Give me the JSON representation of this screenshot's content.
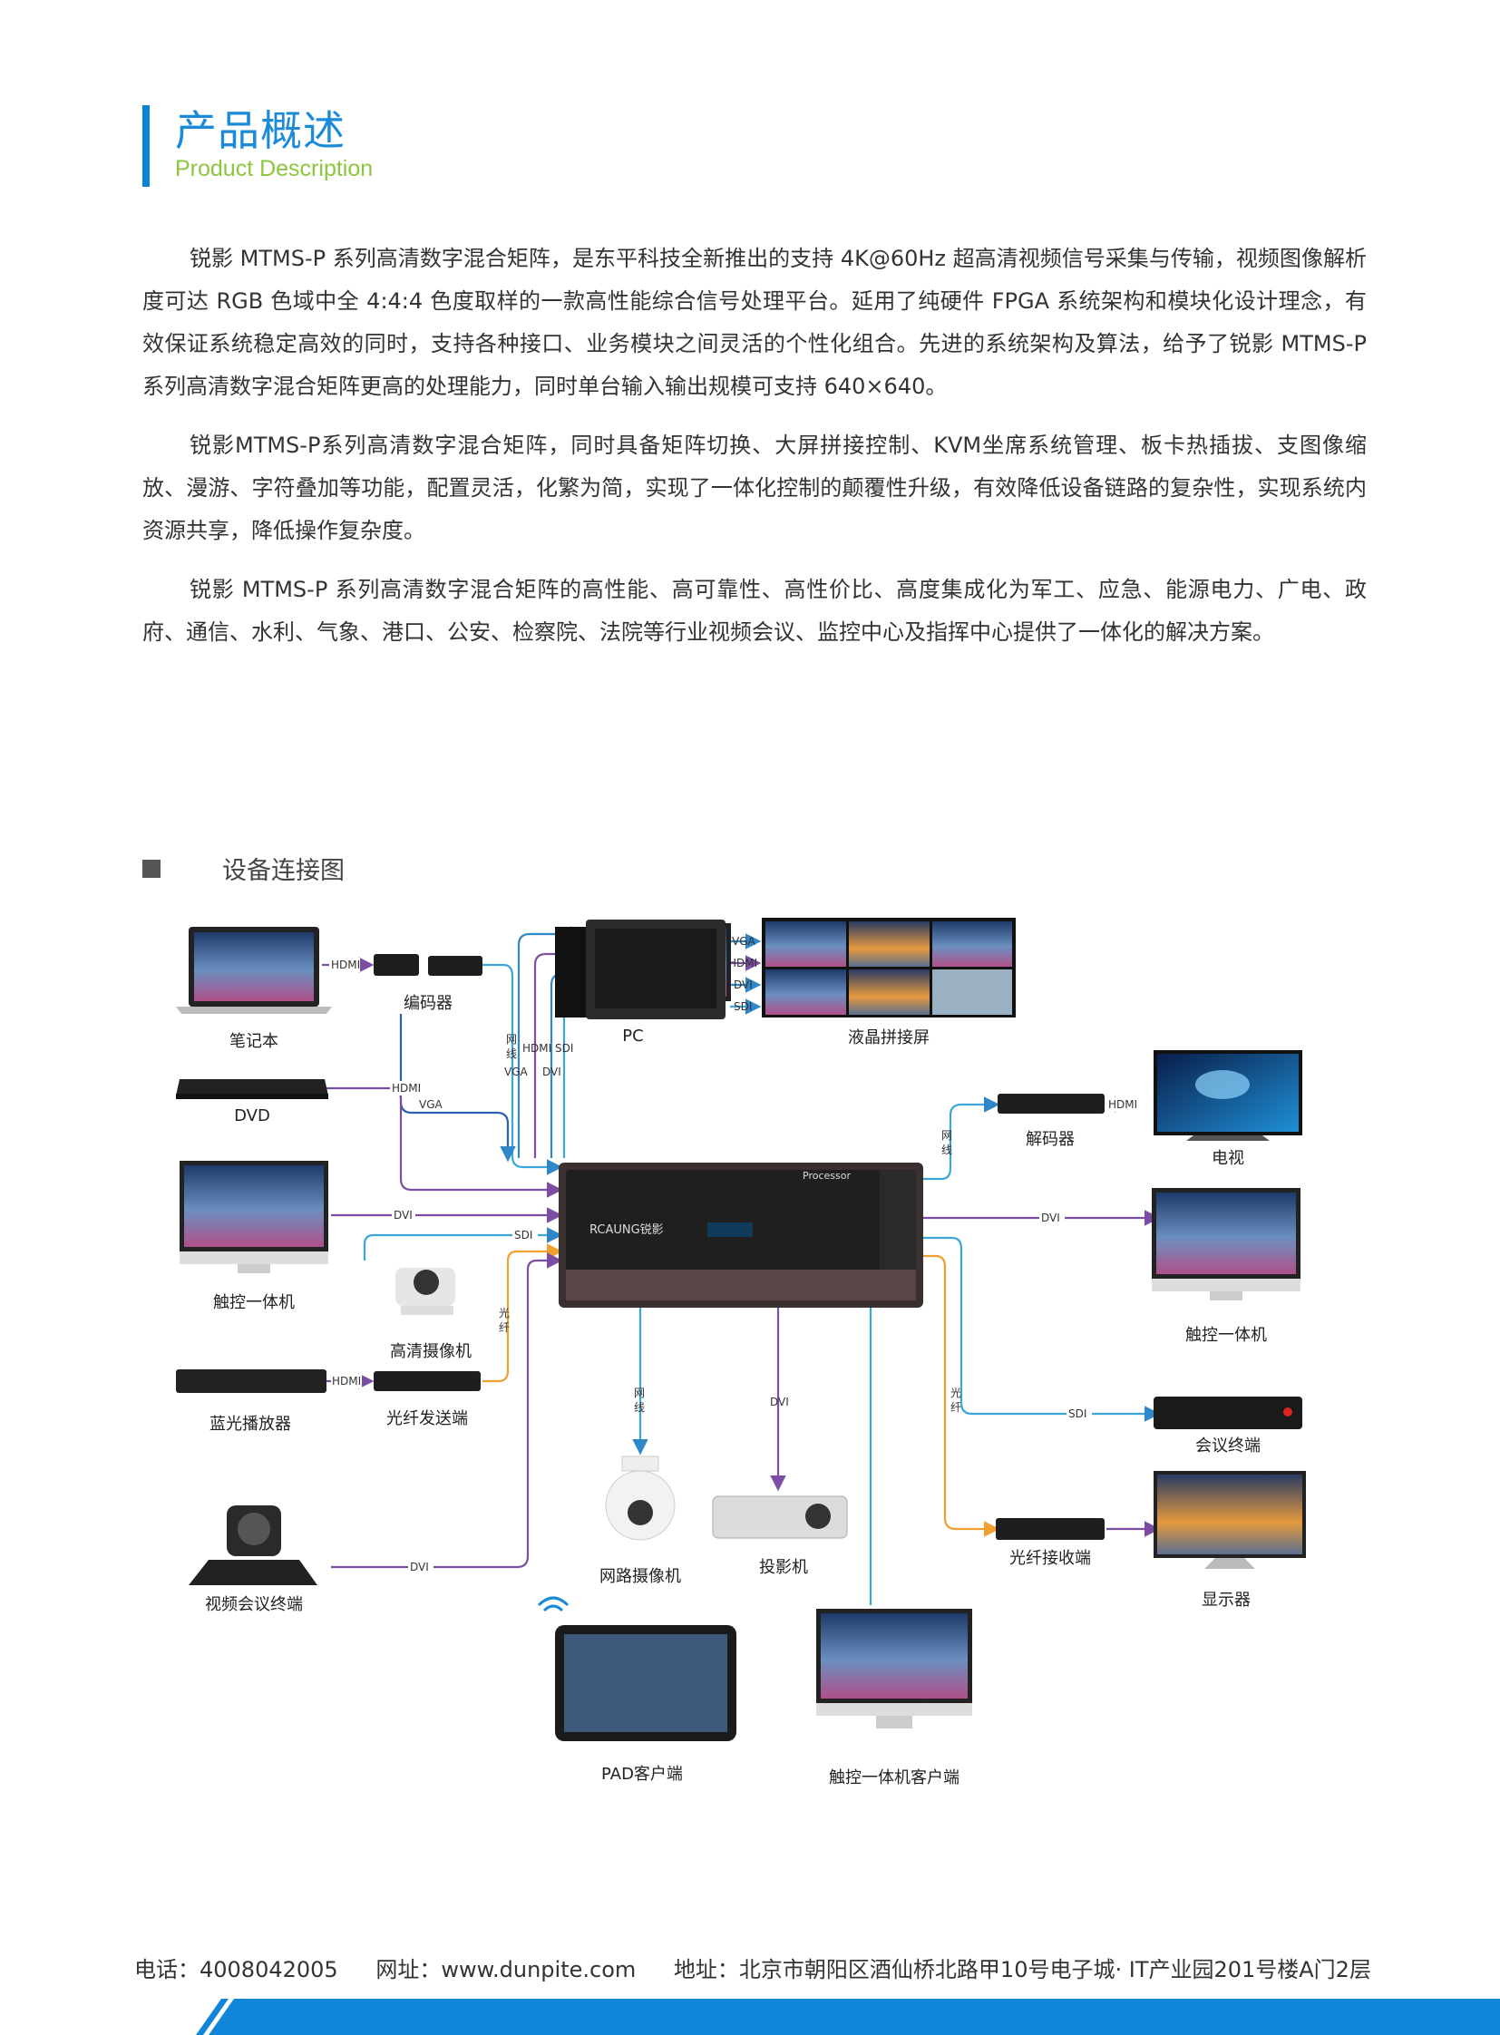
{
  "header": {
    "title_cn": "产品概述",
    "title_en": "Product  Description"
  },
  "paragraphs": [
    "锐影 MTMS-P 系列高清数字混合矩阵，是东平科技全新推出的支持 4K@60Hz 超高清视频信号采集与传输，视频图像解析度可达 RGB 色域中全 4:4:4 色度取样的一款高性能综合信号处理平台。延用了纯硬件 FPGA 系统架构和模块化设计理念，有效保证系统稳定高效的同时，支持各种接口、业务模块之间灵活的个性化组合。先进的系统架构及算法，给予了锐影 MTMS-P 系列高清数字混合矩阵更高的处理能力，同时单台输入输出规模可支持 640×640。",
    "锐影MTMS-P系列高清数字混合矩阵，同时具备矩阵切换、大屏拼接控制、KVM坐席系统管理、板卡热插拔、支图像缩放、漫游、字符叠加等功能，配置灵活，化繁为简，实现了一体化控制的颠覆性升级，有效降低设备链路的复杂性，实现系统内资源共享，降低操作复杂度。",
    "锐影 MTMS-P 系列高清数字混合矩阵的高性能、高可靠性、高性价比、高度集成化为军工、应急、能源电力、广电、政府、通信、水利、气象、港口、公安、检察院、法院等行业视频会议、监控中心及指挥中心提供了一体化的解决方案。"
  ],
  "section": {
    "title": "设备连接图"
  },
  "diagram": {
    "device_labels": {
      "laptop": "笔记本",
      "encoder": "编码器",
      "pc": "PC",
      "lcd_wall": "液晶拼接屏",
      "dvd": "DVD",
      "decoder": "解码器",
      "tv": "电视",
      "touch_left": "触控一体机",
      "touch_right": "触控一体机",
      "hd_camera": "高清摄像机",
      "bluray": "蓝光播放器",
      "fiber_tx": "光纤发送端",
      "conf_terminal": "会议终端",
      "video_conf": "视频会议终端",
      "ip_camera": "网路摄像机",
      "projector": "投影机",
      "fiber_rx": "光纤接收端",
      "monitor": "显示器",
      "pad_client": "PAD客户端",
      "touch_client": "触控一体机客户端"
    },
    "port_labels": {
      "hdmi": "HDMI",
      "vga": "VGA",
      "dvi": "DVI",
      "sdi": "SDI",
      "net1": "网",
      "net2": "线",
      "fiber1": "光",
      "fiber2": "纤"
    },
    "brand": "RCAUNG锐影",
    "processor": "Processor",
    "colors": {
      "blue": "#2f86c8",
      "purple": "#7b4ea3",
      "orange": "#f0a030",
      "cyan": "#3ba7d8"
    }
  },
  "footer": {
    "phone": "电话：4008042005",
    "website": "网址：www.dunpite.com",
    "address": "地址：北京市朝阳区酒仙桥北路甲10号电子城· IT产业园201号楼A门2层"
  }
}
